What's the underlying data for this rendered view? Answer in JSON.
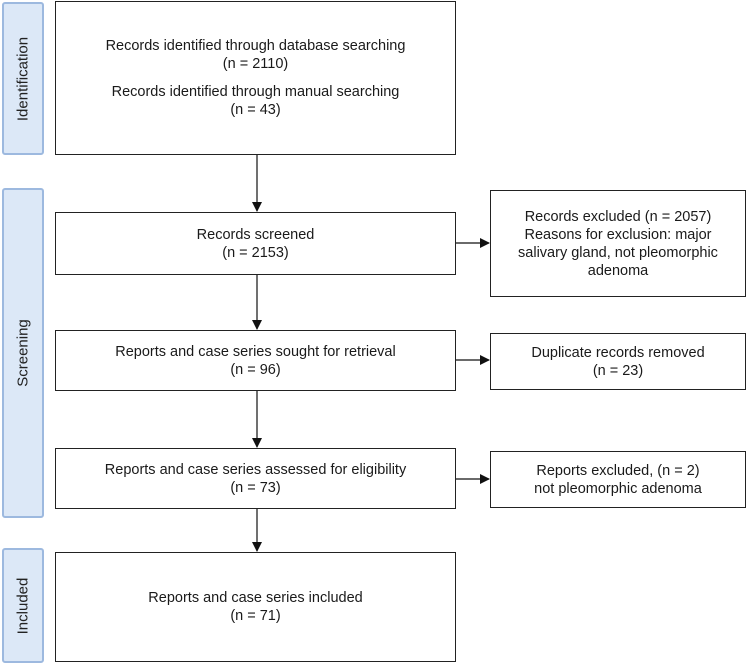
{
  "phases": {
    "identification": "Identification",
    "screening": "Screening",
    "included": "Included"
  },
  "boxes": {
    "identified": {
      "line1": "Records identified through database searching",
      "line2": "(n = 2110)",
      "line3": "Records identified through manual searching",
      "line4": "(n = 43)"
    },
    "screened": {
      "line1": "Records screened",
      "line2": "(n = 2153)"
    },
    "excluded": {
      "line1": "Records excluded (n = 2057)",
      "line2": "Reasons for exclusion: major",
      "line3": "salivary gland, not pleomorphic",
      "line4": "adenoma"
    },
    "sought": {
      "line1": "Reports and case series sought for retrieval",
      "line2": "(n = 96)"
    },
    "duplicates": {
      "line1": "Duplicate records removed",
      "line2": "(n = 23)"
    },
    "assessed": {
      "line1": "Reports and case series assessed for eligibility",
      "line2": "(n = 73)"
    },
    "reports_excluded": {
      "line1": "Reports excluded, (n = 2)",
      "line2": "not pleomorphic adenoma"
    },
    "included": {
      "line1": "Reports and case series included",
      "line2": "(n = 71)"
    }
  }
}
